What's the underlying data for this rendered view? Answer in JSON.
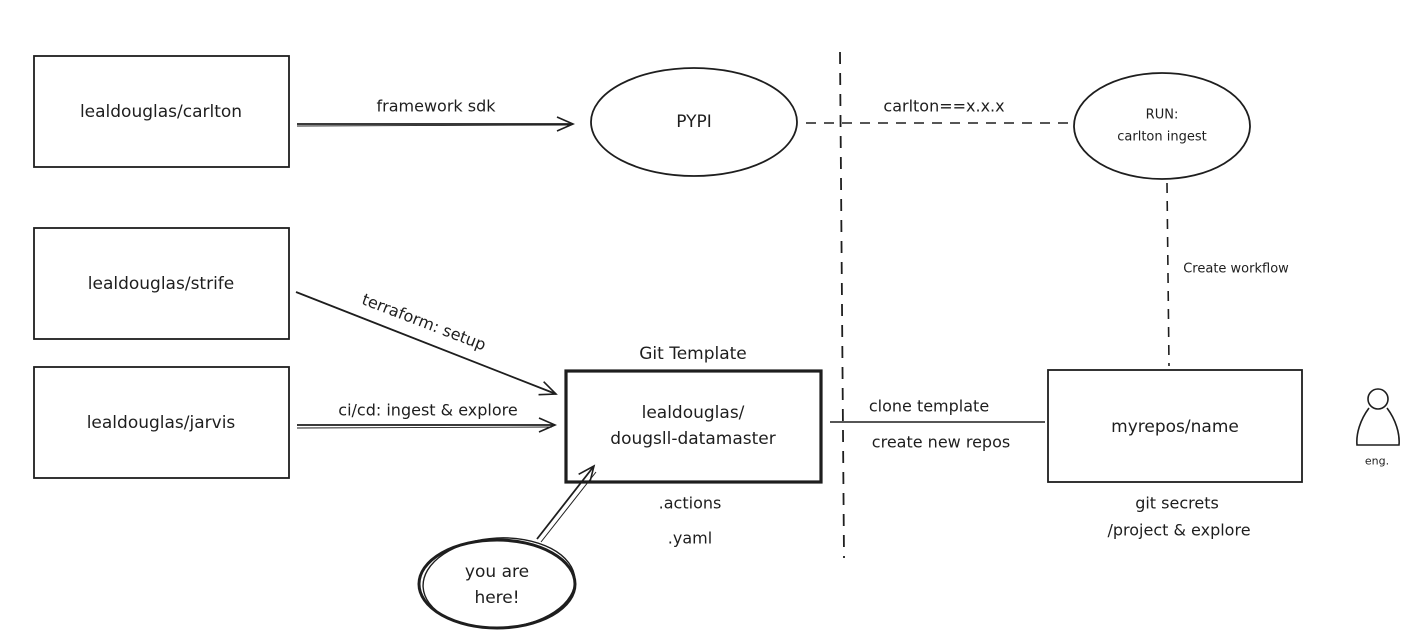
{
  "nodes": {
    "carlton": "lealdouglas/carlton",
    "strife": "lealdouglas/strife",
    "jarvis": "lealdouglas/jarvis",
    "pypi": "PYPI",
    "run_line1": "RUN:",
    "run_line2": "carlton ingest",
    "template_title": "Git Template",
    "template_line1": "lealdouglas/",
    "template_line2": "dougsll-datamaster",
    "myrepos": "myrepos/name",
    "you_line1": "you are",
    "you_line2": "here!",
    "actor": "eng."
  },
  "edges": {
    "framework_sdk": "framework sdk",
    "carlton_version": "carlton==x.x.x",
    "terraform_setup": "terraform: setup",
    "cicd": "ci/cd: ingest & explore",
    "clone_template": "clone template",
    "create_new_repos": "create new repos",
    "create_workflow": "Create workflow"
  },
  "annotations": {
    "actions": ".actions",
    "yaml": ".yaml",
    "git_secrets": "git secrets",
    "project_explore": "/project & explore"
  },
  "colors": {
    "stroke": "#1e1e1e",
    "background": "#ffffff"
  }
}
